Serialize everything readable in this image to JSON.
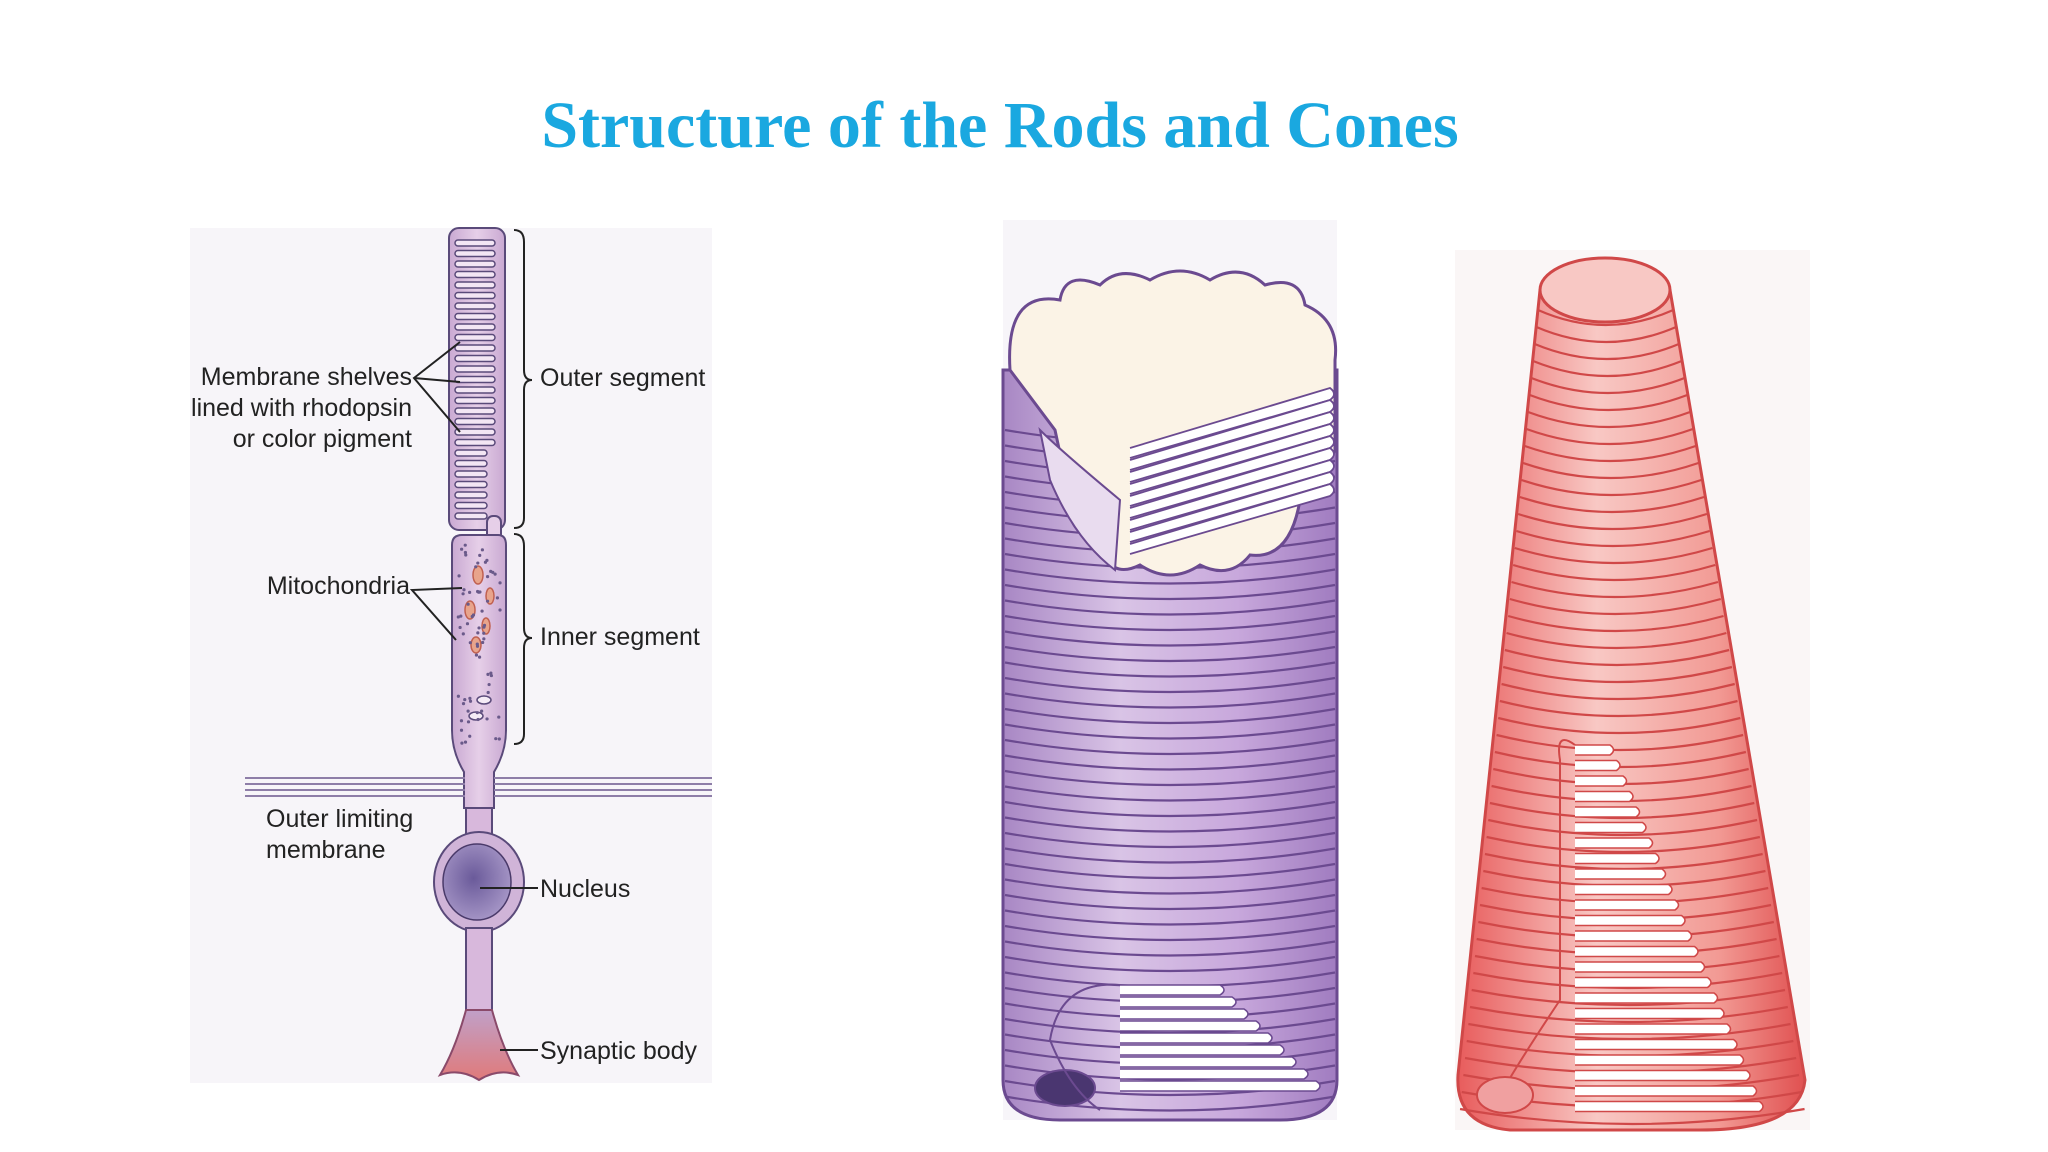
{
  "slide": {
    "title": "Structure of the Rods and Cones"
  },
  "rod_diagram": {
    "labels": {
      "membrane_shelves_1": "Membrane shelves",
      "membrane_shelves_2": "lined with rhodopsin",
      "membrane_shelves_3": "or color pigment",
      "outer_segment": "Outer segment",
      "mitochondria": "Mitochondria",
      "inner_segment": "Inner segment",
      "outer_limiting_1": "Outer limiting",
      "outer_limiting_2": "membrane",
      "nucleus": "Nucleus",
      "synaptic_body": "Synaptic body"
    }
  },
  "colors": {
    "title": "#1aa8e0",
    "rod_fill": "#d8b8dc",
    "rod_stroke": "#5a4a7a",
    "cone_fill": "#f08080",
    "cone_stroke": "#d04848",
    "rod3d_fill": "#c7a8d8"
  }
}
